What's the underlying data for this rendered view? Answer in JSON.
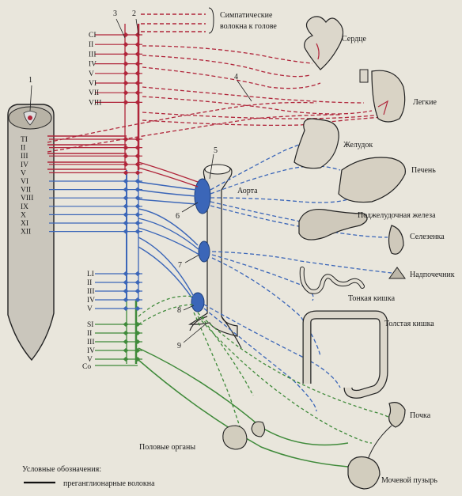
{
  "header_label": "Симпатические волокна к голове",
  "header_lines": [
    "Симпатические",
    "волокна к голове"
  ],
  "callouts": [
    "1",
    "2",
    "3",
    "4",
    "5",
    "6",
    "7",
    "8",
    "9"
  ],
  "segments": {
    "cervical": [
      "C",
      "I",
      "II",
      "III",
      "IV",
      "V",
      "VI",
      "VII",
      "VIII"
    ],
    "thoracic": [
      "T",
      "I",
      "II",
      "III",
      "IV",
      "V",
      "VI",
      "VII",
      "VIII",
      "IX",
      "X",
      "XI",
      "XII"
    ],
    "lumbar": [
      "L",
      "I",
      "II",
      "III",
      "IV",
      "V"
    ],
    "sacral": [
      "S",
      "I",
      "II",
      "III",
      "IV",
      "V"
    ],
    "coccygeal": "Co"
  },
  "organs": {
    "heart": "Сердце",
    "lungs": "Легкие",
    "stomach": "Желудок",
    "liver": "Печень",
    "pancreas": "Поджелудочная железа",
    "spleen": "Селезенка",
    "adrenal": "Надпочечник",
    "small_intestine": "Тонкая кишка",
    "large_intestine": "Толстая кишка",
    "kidney": "Почка",
    "bladder": "Мочевой пузырь",
    "genitals": "Половые органы",
    "aorta": "Аорта"
  },
  "legend": {
    "title": "Условные обозначения:",
    "items": [
      "преганглионарные волокна"
    ]
  },
  "colors": {
    "red": "#b0253a",
    "blue": "#3b66b8",
    "green": "#3f8a3a",
    "cord": "#c9c5bb",
    "background": "#e9e6dc"
  }
}
